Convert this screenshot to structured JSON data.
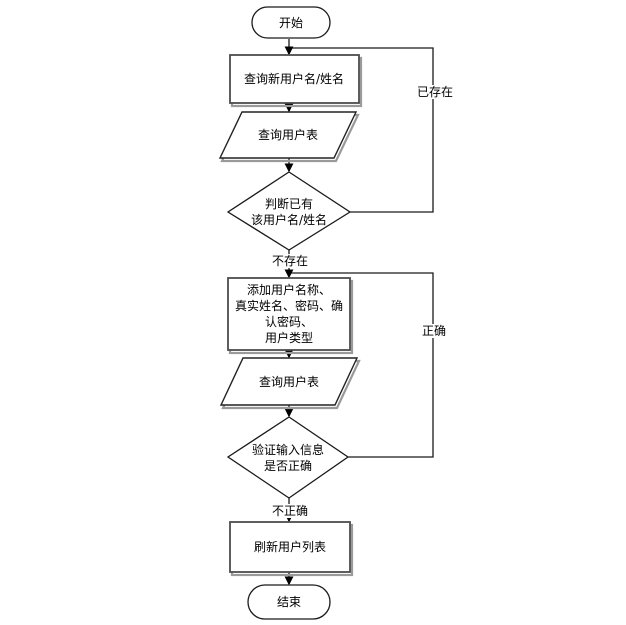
{
  "flowchart": {
    "nodes": {
      "start": {
        "label": "开始",
        "shape": "terminator"
      },
      "query_new_user": {
        "label": "查询新用户名/姓名",
        "shape": "process"
      },
      "query_user_table_1": {
        "label": "查询用户表",
        "shape": "data"
      },
      "check_existing": {
        "label": "判断已有\n该用户名/姓名",
        "shape": "decision"
      },
      "add_user_info": {
        "label": "添加用户名称、\n真实姓名、密码、确\n认密码、\n用户类型",
        "shape": "process"
      },
      "query_user_table_2": {
        "label": "查询用户表",
        "shape": "data"
      },
      "verify_input": {
        "label": "验证输入信息\n是否正确",
        "shape": "decision"
      },
      "refresh_user_list": {
        "label": "刷新用户列表",
        "shape": "process"
      },
      "end": {
        "label": "结束",
        "shape": "terminator"
      }
    },
    "edge_labels": {
      "exists": "已存在",
      "not_exists": "不存在",
      "correct": "正确",
      "incorrect": "不正确"
    },
    "colors": {
      "line": "#1a1a1a",
      "shape_border": "#4d4d4d",
      "shadow": "#9a9a9a",
      "fill": "#ffffff",
      "text": "#000000"
    }
  }
}
